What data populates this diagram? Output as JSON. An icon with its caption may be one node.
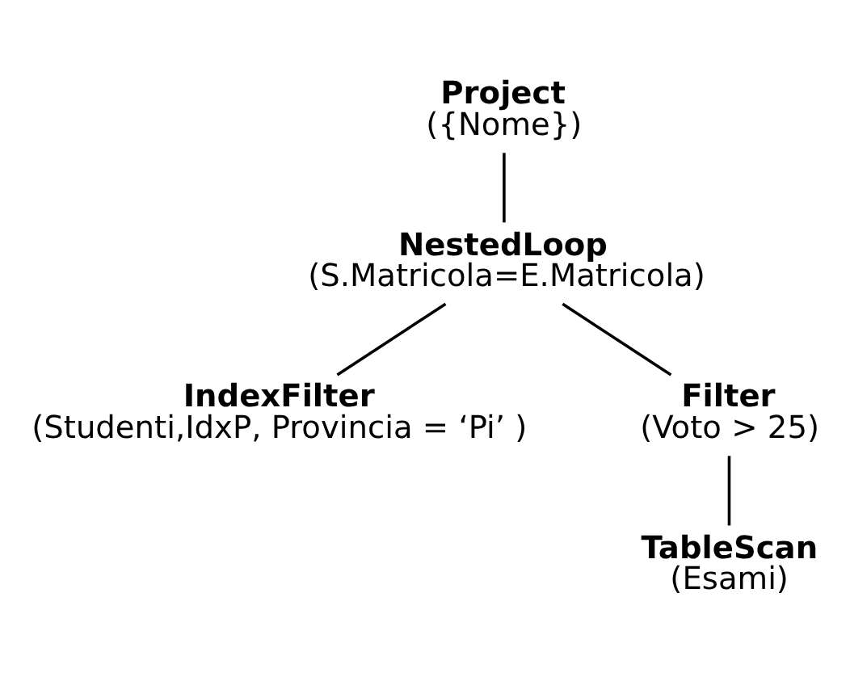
{
  "diagram": {
    "nodes": [
      {
        "text": [
          "Project",
          "({Nome})"
        ]
      },
      {
        "text": [
          "NestedLoop",
          "(S.Matricola=E.Matricola)"
        ]
      },
      {
        "text": [
          "IndexFilter",
          "(Studenti,IdxP, Provincia = ‘Pi’ )"
        ]
      },
      {
        "text": [
          "Filter",
          "(Voto > 25)"
        ]
      },
      {
        "text": [
          "TableScan",
          "(Esami)"
        ]
      }
    ],
    "edges": [
      {
        "from": 0,
        "to": 1,
        "arrow": "none"
      },
      {
        "from": 1,
        "to": 2,
        "arrow": "none"
      },
      {
        "from": 1,
        "to": 3,
        "arrow": "none"
      },
      {
        "from": 3,
        "to": 4,
        "arrow": "none"
      }
    ]
  }
}
